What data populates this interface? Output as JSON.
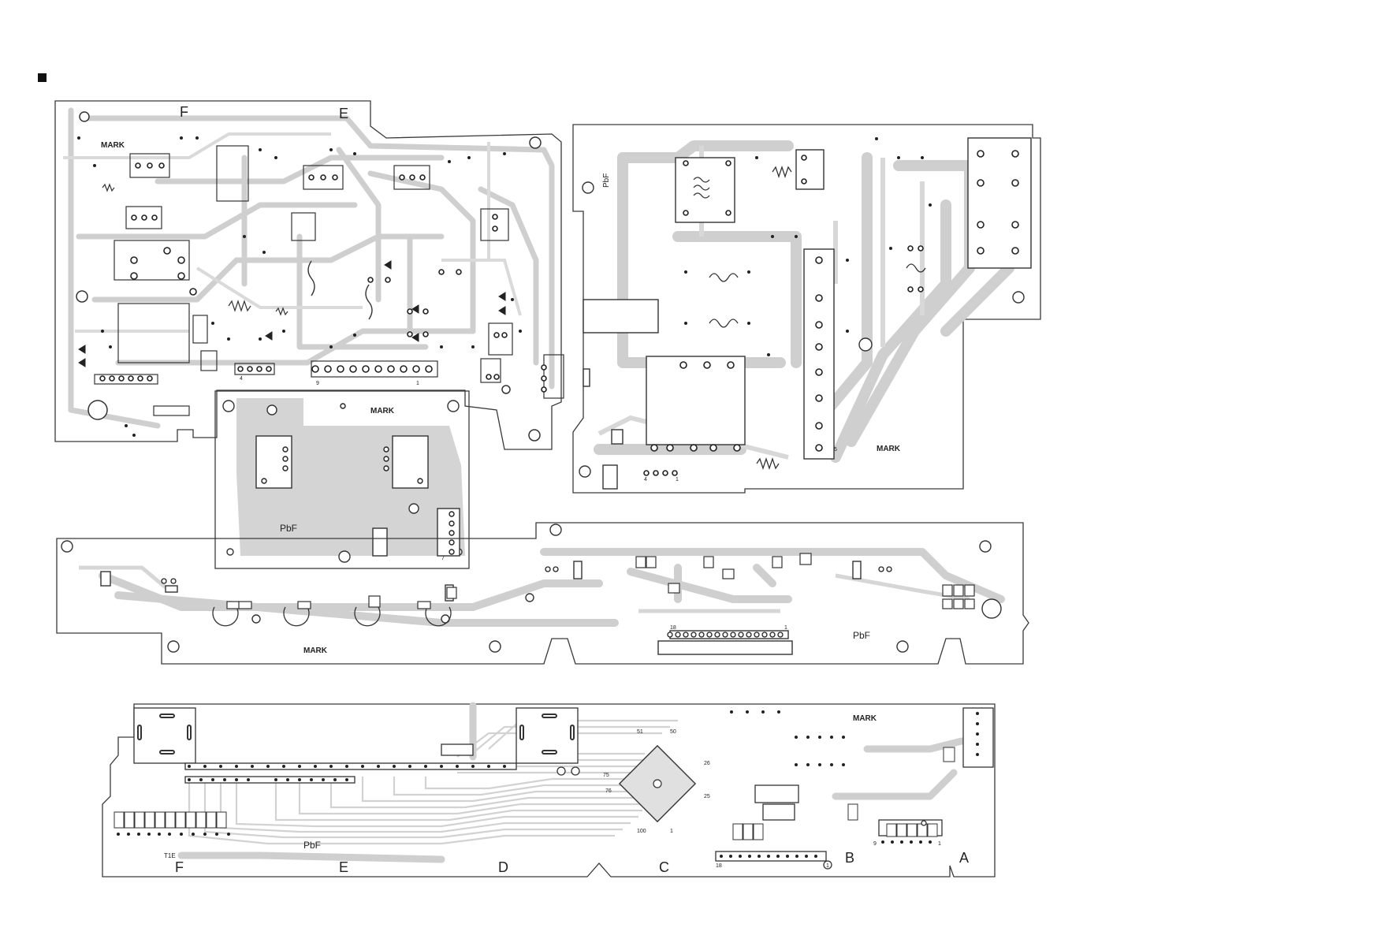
{
  "colors": {
    "background": "#ffffff",
    "trace": "#cfcfcf",
    "outline": "#3a3a3a",
    "ink": "#222222"
  },
  "section_marker_icon": "filled-square-icon",
  "boards": {
    "power": {
      "edge_letters": [
        "F",
        "E"
      ],
      "mark": "MARK",
      "pins": [
        "9",
        "1",
        "4"
      ]
    },
    "sub": {
      "mark": "MARK",
      "pbf": "PbF",
      "pins": [
        "7"
      ]
    },
    "transformer": {
      "code": "PbF",
      "mark": "MARK",
      "pins": [
        "4",
        "1",
        "5"
      ]
    },
    "front": {
      "mark": "MARK",
      "pbf": "PbF",
      "pins": [
        "18",
        "1"
      ]
    },
    "display": {
      "mark": "MARK",
      "pbf": "PbF",
      "code": "T1E",
      "edge_letters": [
        "F",
        "E",
        "D",
        "C",
        "B",
        "A"
      ],
      "ic_pins": [
        "51",
        "50",
        "75",
        "76",
        "26",
        "25",
        "100",
        "1"
      ],
      "connector_pins": [
        "18",
        "1",
        "9",
        "1"
      ]
    }
  }
}
